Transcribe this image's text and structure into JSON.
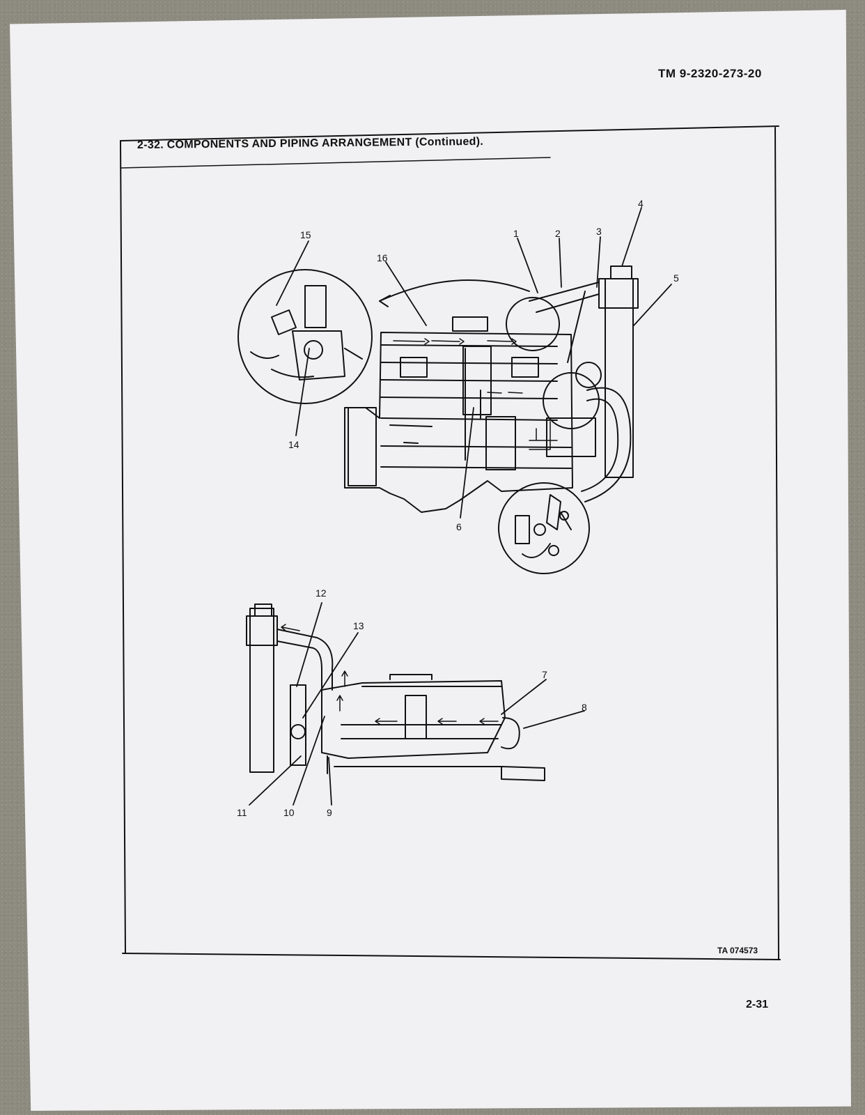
{
  "header": {
    "doc_number": "TM  9-2320-273-20"
  },
  "section": {
    "title": "2-32.  COMPONENTS  AND  PIPING  ARRANGEMENT  (Continued)."
  },
  "figure": {
    "callouts": [
      "1",
      "2",
      "3",
      "4",
      "5",
      "6",
      "7",
      "8",
      "9",
      "10",
      "11",
      "12",
      "13",
      "14",
      "15",
      "16"
    ],
    "ta_number": "TA 074573"
  },
  "footer": {
    "page_number": "2-31"
  },
  "colors": {
    "paper": "#f1f1f3",
    "ink": "#111111",
    "background": "#8d8a80"
  }
}
